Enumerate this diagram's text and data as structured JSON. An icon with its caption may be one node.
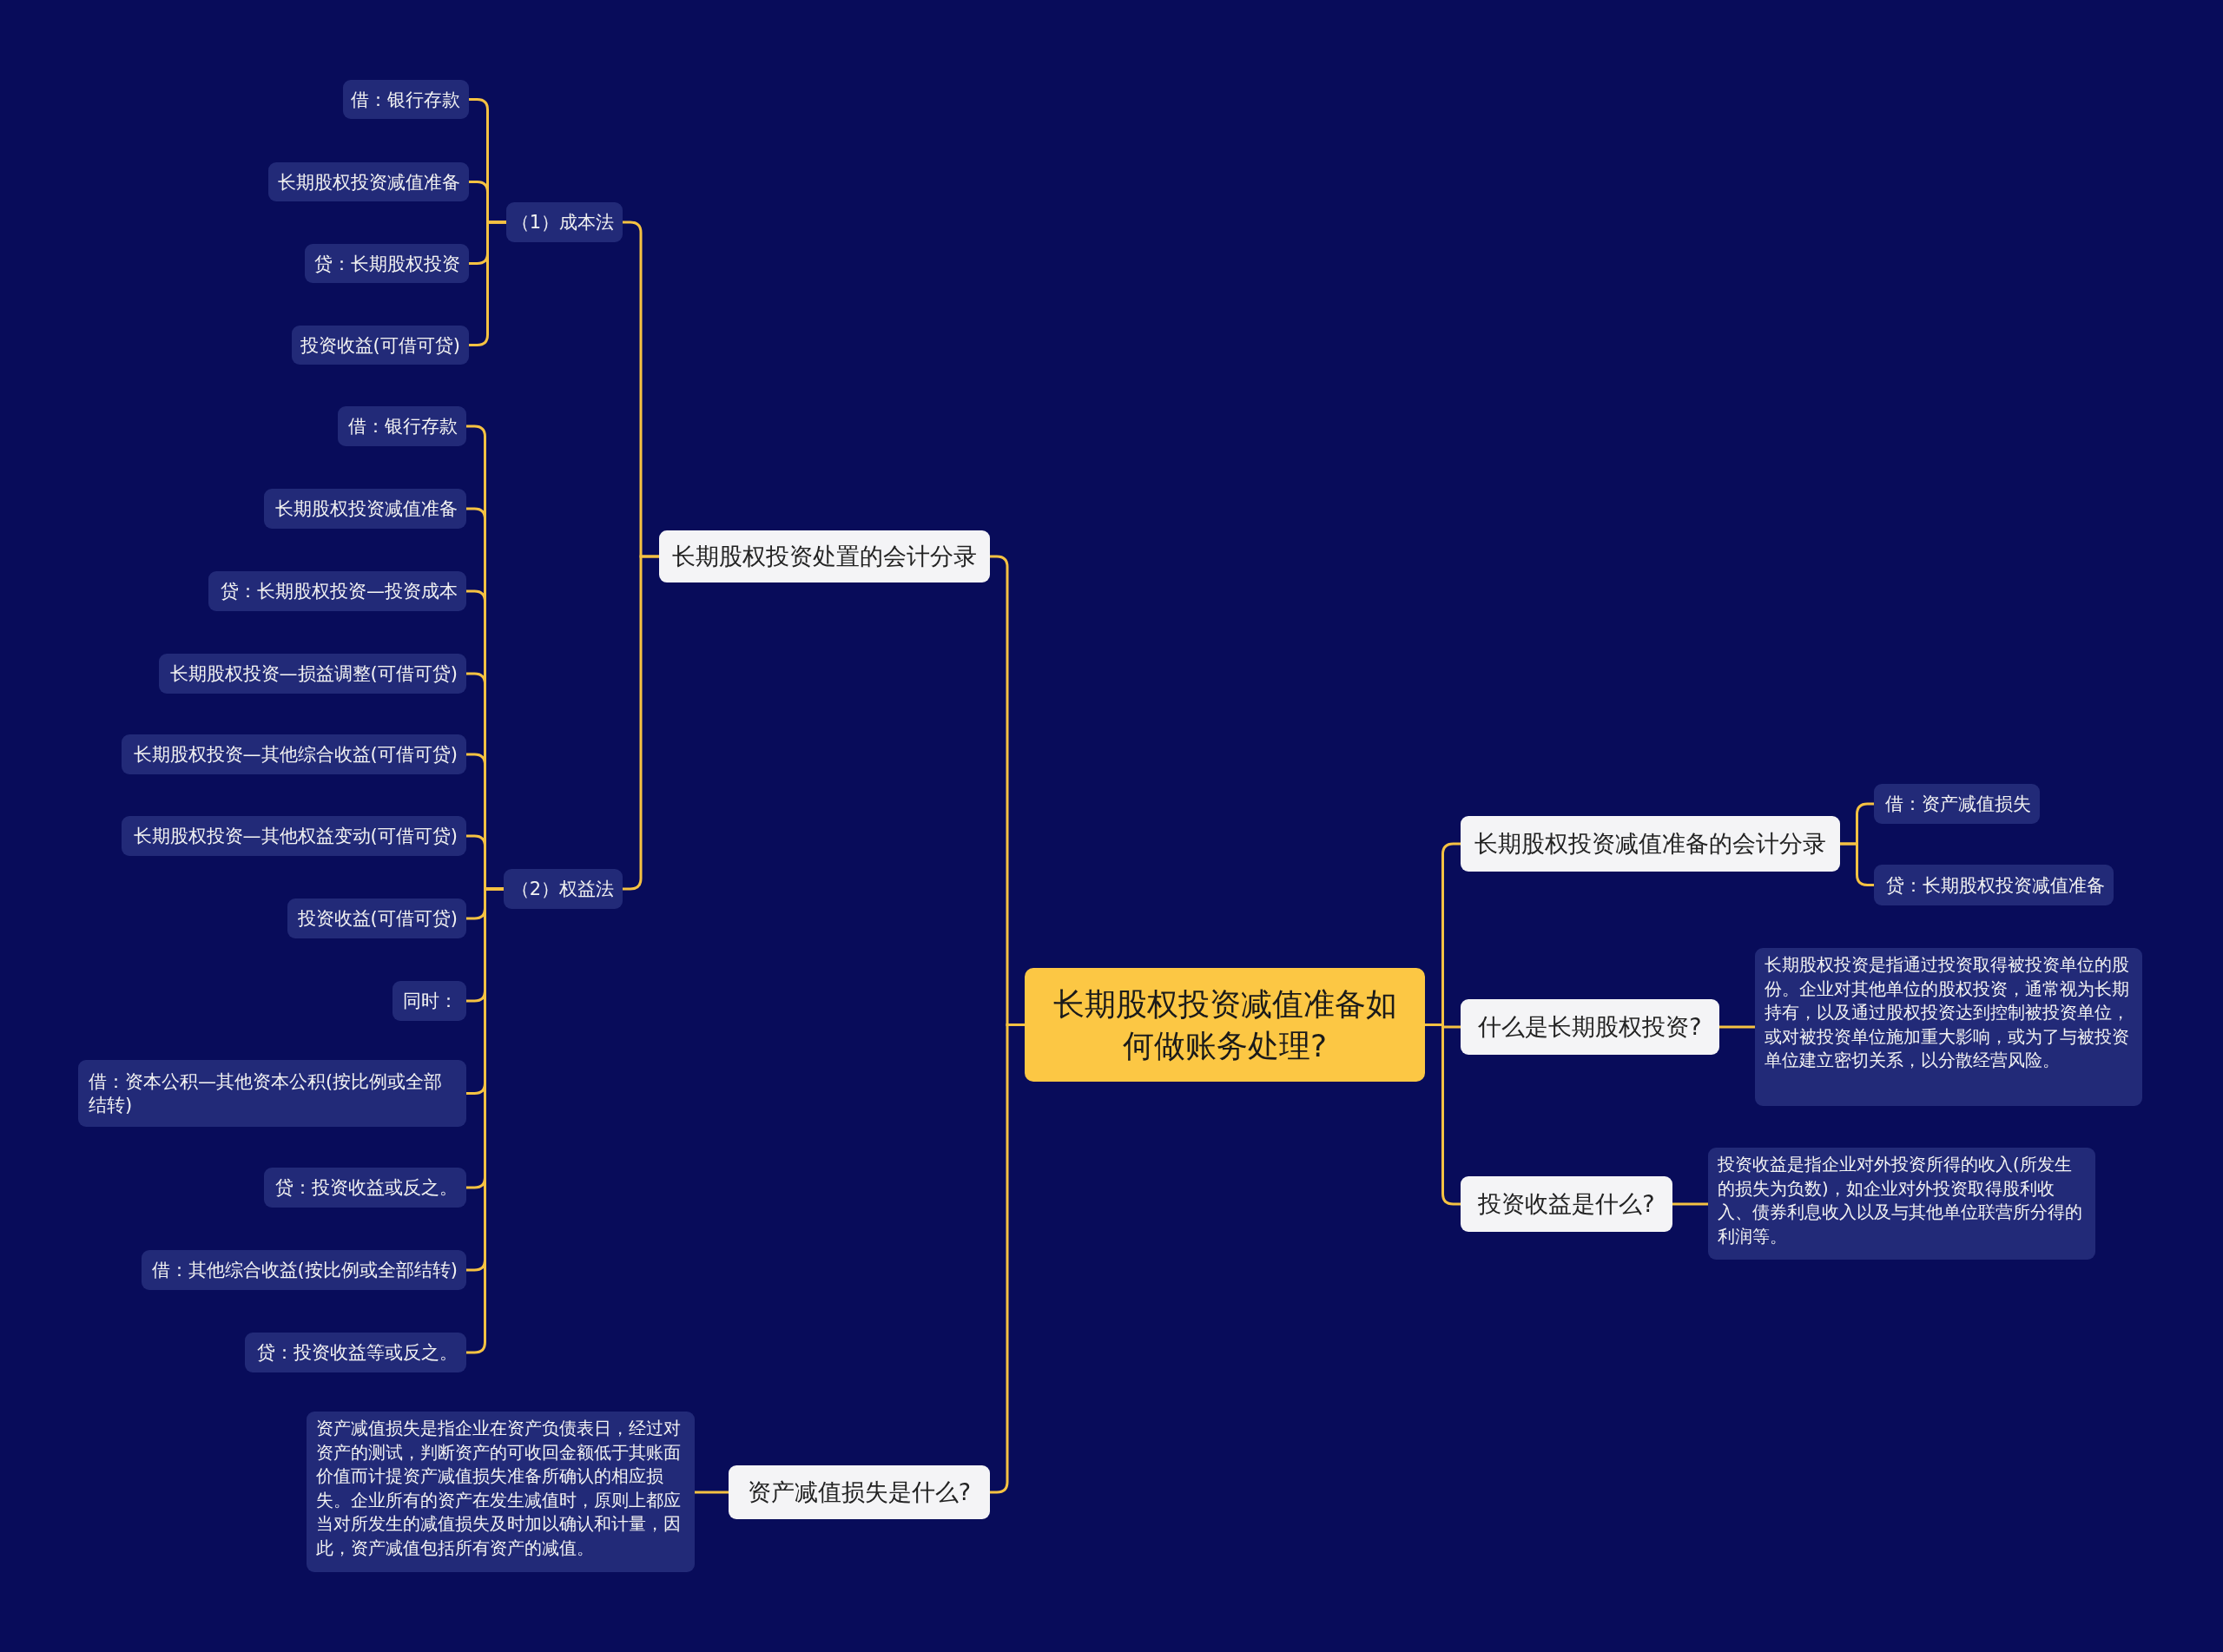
{
  "diagram": {
    "nodes": [
      {
        "text": [
          "长期股权投资减值准备如何做账务处理?"
        ]
      },
      {
        "text": [
          "长期股权投资处置的会计分录"
        ]
      },
      {
        "text": [
          "（1）成本法"
        ]
      },
      {
        "text": [
          "借：银行存款"
        ]
      },
      {
        "text": [
          "长期股权投资减值准备"
        ]
      },
      {
        "text": [
          "贷：长期股权投资"
        ]
      },
      {
        "text": [
          "投资收益(可借可贷)"
        ]
      },
      {
        "text": [
          "（2）权益法"
        ]
      },
      {
        "text": [
          "借：银行存款"
        ]
      },
      {
        "text": [
          "长期股权投资减值准备"
        ]
      },
      {
        "text": [
          "贷：长期股权投资—投资成本"
        ]
      },
      {
        "text": [
          "长期股权投资—损益调整(可借可贷)"
        ]
      },
      {
        "text": [
          "长期股权投资—其他综合收益(可借可贷)"
        ]
      },
      {
        "text": [
          "长期股权投资—其他权益变动(可借可贷)"
        ]
      },
      {
        "text": [
          "投资收益(可借可贷)"
        ]
      },
      {
        "text": [
          "同时："
        ]
      },
      {
        "text": [
          "借：资本公积—其他资本公积(按比例或全部结转)"
        ]
      },
      {
        "text": [
          "贷：投资收益或反之。"
        ]
      },
      {
        "text": [
          "借：其他综合收益(按比例或全部结转)"
        ]
      },
      {
        "text": [
          "贷：投资收益等或反之。"
        ]
      },
      {
        "text": [
          "资产减值损失是什么?"
        ]
      },
      {
        "text": [
          "资产减值损失是指企业在资产负债表日，经过对资产的测试，判断资产的可收回金额低于其账面价值而计提资产减值损失准备所确认的相应损失。企业所有的资产在发生减值时，原则上都应当对所发生的减值损失及时加以确认和计量，因此，资产减值包括所有资产的减值。"
        ]
      },
      {
        "text": [
          "长期股权投资减值准备的会计分录"
        ]
      },
      {
        "text": [
          "借：资产减值损失"
        ]
      },
      {
        "text": [
          "贷：长期股权投资减值准备"
        ]
      },
      {
        "text": [
          "什么是长期股权投资?"
        ]
      },
      {
        "text": [
          "长期股权投资是指通过投资取得被投资单位的股份。企业对其他单位的股权投资，通常视为长期持有，以及通过股权投资达到控制被投资单位，或对被投资单位施加重大影响，或为了与被投资单位建立密切关系，以分散经营风险。"
        ]
      },
      {
        "text": [
          "投资收益是什么?"
        ]
      },
      {
        "text": [
          "投资收益是指企业对外投资所得的收入(所发生的损失为负数)，如企业对外投资取得股利收入、债券利息收入以及与其他单位联营所分得的利润等。"
        ]
      }
    ],
    "edges": [
      {
        "from": 0,
        "to": 1,
        "arrow": "none"
      },
      {
        "from": 1,
        "to": 2,
        "arrow": "none"
      },
      {
        "from": 2,
        "to": 3,
        "arrow": "none"
      },
      {
        "from": 2,
        "to": 4,
        "arrow": "none"
      },
      {
        "from": 2,
        "to": 5,
        "arrow": "none"
      },
      {
        "from": 2,
        "to": 6,
        "arrow": "none"
      },
      {
        "from": 1,
        "to": 7,
        "arrow": "none"
      },
      {
        "from": 7,
        "to": 8,
        "arrow": "none"
      },
      {
        "from": 7,
        "to": 9,
        "arrow": "none"
      },
      {
        "from": 7,
        "to": 10,
        "arrow": "none"
      },
      {
        "from": 7,
        "to": 11,
        "arrow": "none"
      },
      {
        "from": 7,
        "to": 12,
        "arrow": "none"
      },
      {
        "from": 7,
        "to": 13,
        "arrow": "none"
      },
      {
        "from": 7,
        "to": 14,
        "arrow": "none"
      },
      {
        "from": 7,
        "to": 15,
        "arrow": "none"
      },
      {
        "from": 7,
        "to": 16,
        "arrow": "none"
      },
      {
        "from": 7,
        "to": 17,
        "arrow": "none"
      },
      {
        "from": 7,
        "to": 18,
        "arrow": "none"
      },
      {
        "from": 7,
        "to": 19,
        "arrow": "none"
      },
      {
        "from": 0,
        "to": 20,
        "arrow": "none"
      },
      {
        "from": 20,
        "to": 21,
        "arrow": "none"
      },
      {
        "from": 0,
        "to": 22,
        "arrow": "none"
      },
      {
        "from": 22,
        "to": 23,
        "arrow": "none"
      },
      {
        "from": 22,
        "to": 24,
        "arrow": "none"
      },
      {
        "from": 0,
        "to": 25,
        "arrow": "none"
      },
      {
        "from": 25,
        "to": 26,
        "arrow": "none"
      },
      {
        "from": 0,
        "to": 27,
        "arrow": "none"
      },
      {
        "from": 27,
        "to": 28,
        "arrow": "none"
      }
    ]
  }
}
